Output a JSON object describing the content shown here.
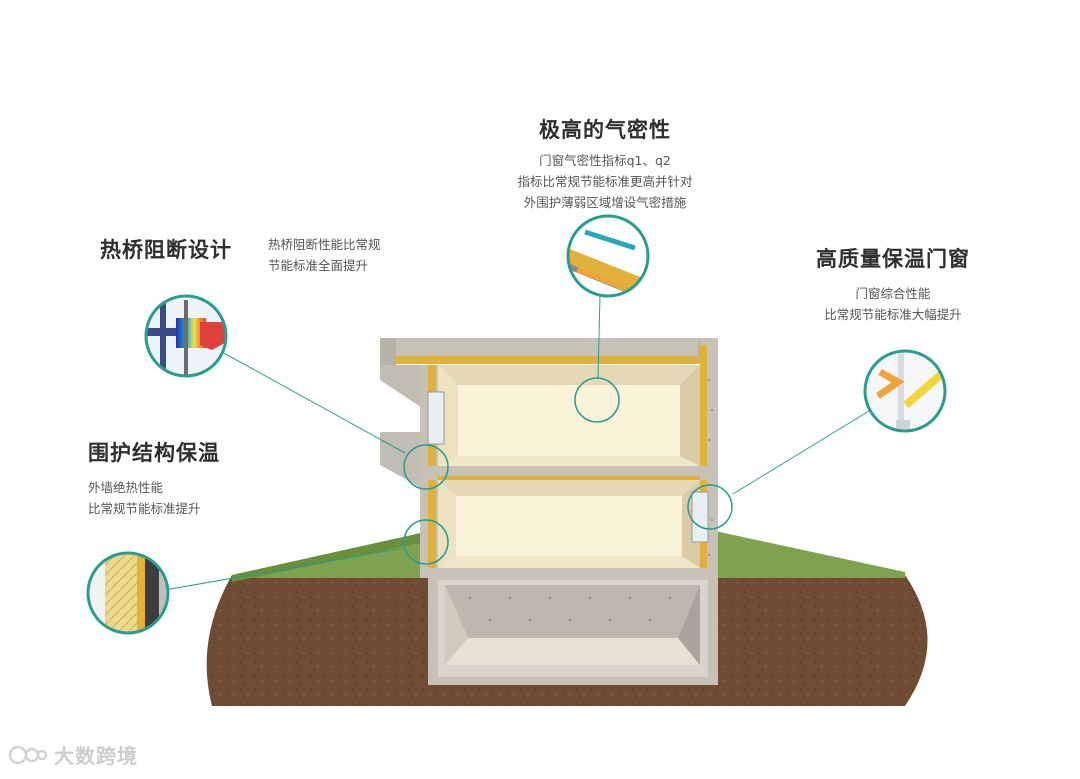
{
  "callouts": {
    "airtight": {
      "title": "极高的气密性",
      "lines": [
        "门窗气密性指标q1、q2",
        "指标比常规节能标准更高并针对",
        "外围护薄弱区域增设气密措施"
      ]
    },
    "thermal_bridge": {
      "title": "热桥阻断设计",
      "lines": [
        "热桥阻断性能比常规",
        "节能标准全面提升"
      ]
    },
    "windows": {
      "title": "高质量保温门窗",
      "lines": [
        "门窗综合性能",
        "比常规节能标准大幅提升"
      ]
    },
    "envelope": {
      "title": "围护结构保温",
      "lines": [
        "外墙绝热性能",
        "比常规节能标准提升"
      ]
    }
  },
  "watermark": {
    "text": "大数跨境"
  },
  "colors": {
    "accent_teal": "#2a9d8f",
    "insulation_yellow": "#e2b13c",
    "soil_brown": "#6b4a33",
    "grass_green": "#7fa24f",
    "concrete_gray": "#c9c5bb",
    "interior_cream": "#fbf3d9"
  }
}
